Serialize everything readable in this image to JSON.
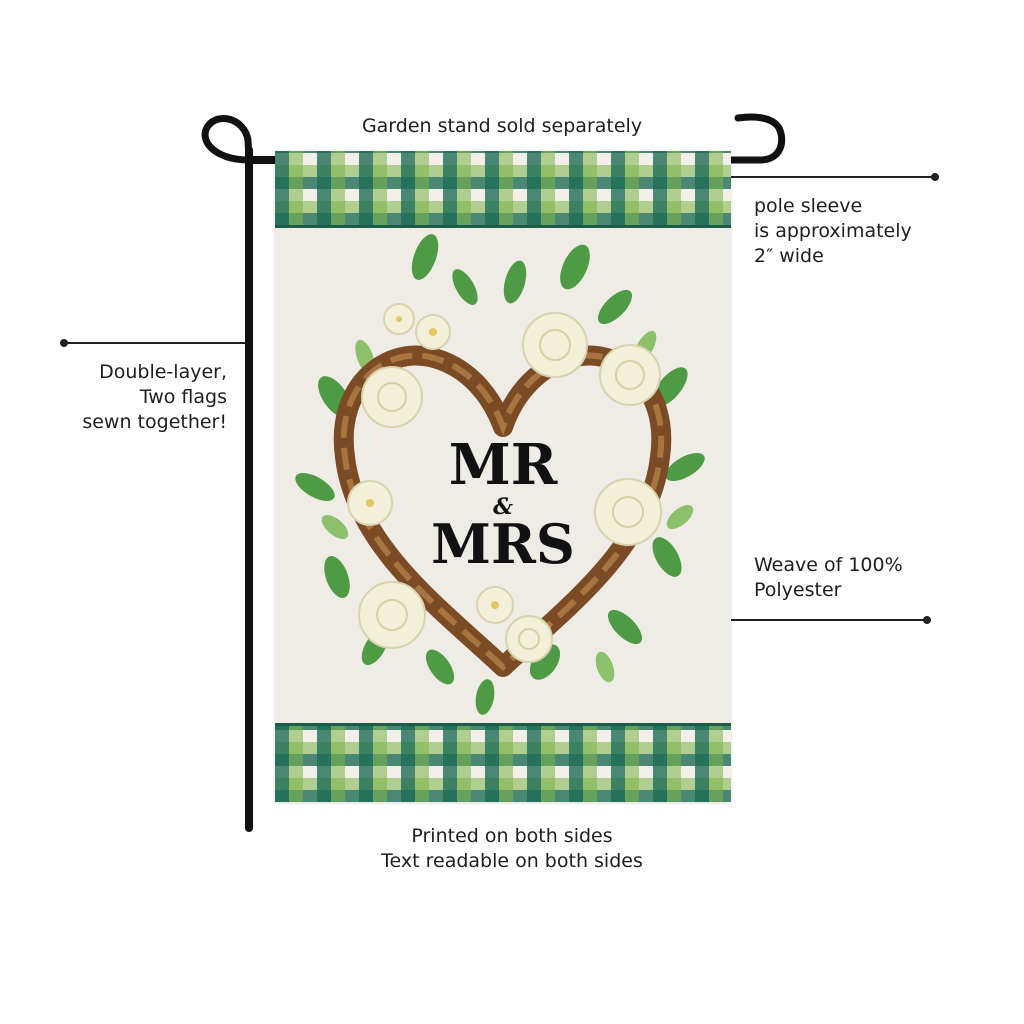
{
  "annotations": {
    "stand_note": "Garden stand sold separately",
    "sleeve_note": [
      "pole sleeve",
      "is approximately",
      "2″ wide"
    ],
    "layer_note": [
      "Double-layer,",
      "Two flags",
      "sewn together!"
    ],
    "material_note": [
      "Weave of 100%",
      "Polyester"
    ],
    "print_note": [
      "Printed on both sides",
      "Text readable on both sides"
    ]
  },
  "flag": {
    "line1": "MR",
    "ampersand": "&",
    "line2": "MRS",
    "plaid_colors": [
      "#1c6b54",
      "#7ab348",
      "#f1efe8"
    ],
    "leaf_color": "#4f9a45",
    "rose_color": "#f3efd8",
    "wreath_color": "#7a4b25"
  }
}
